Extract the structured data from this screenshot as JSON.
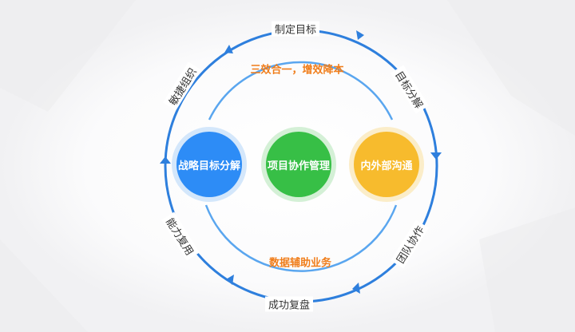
{
  "ring_labels": {
    "top": "制定目标",
    "right_top": "目标分解",
    "right_bottom": "团队协作",
    "bottom": "成功复盘",
    "left_bottom": "能力复用",
    "left_top": "敏捷组织"
  },
  "tagline_top": "三效合一，增效降本",
  "tagline_bottom": "数据辅助业务",
  "circles": [
    {
      "label": "战略目标分解",
      "color": "#2d8cf6"
    },
    {
      "label": "项目协作管理",
      "color": "#37bf46"
    },
    {
      "label": "内外部沟通",
      "color": "#f7bb2d"
    }
  ],
  "colors": {
    "ring": "#2e7fdd",
    "inner_arc": "#5aa6ef",
    "tagline": "#f07d1a"
  }
}
